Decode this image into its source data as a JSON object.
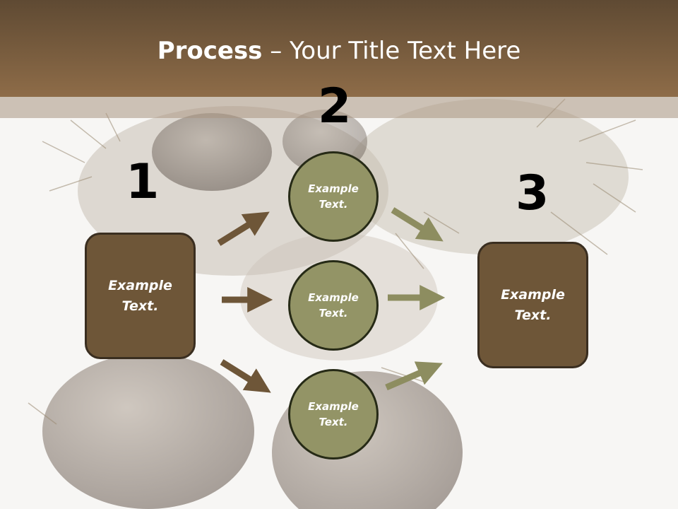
{
  "title": {
    "bold": "Process",
    "rest": " – Your Title Text Here"
  },
  "steps": [
    {
      "number": "1",
      "text": "Example Text."
    },
    {
      "number": "2",
      "text": "Example Text."
    },
    {
      "number": "3",
      "text": "Example Text."
    }
  ],
  "circles": [
    {
      "text": "Example Text."
    },
    {
      "text": "Example Text."
    },
    {
      "text": "Example Text."
    }
  ],
  "colors": {
    "header": "#7a5d3e",
    "box": "#6e5638",
    "circle": "#939466",
    "arrow_brown": "#6e5638",
    "arrow_olive": "#8d8d60"
  }
}
